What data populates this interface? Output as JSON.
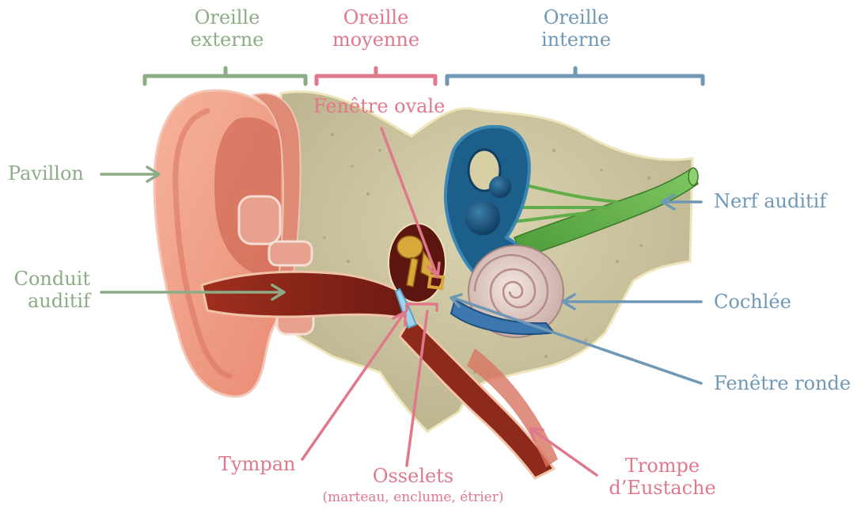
{
  "sections": {
    "outer": {
      "line1": "Oreille",
      "line2": "externe"
    },
    "middle": {
      "line1": "Oreille",
      "line2": "moyenne"
    },
    "inner": {
      "line1": "Oreille",
      "line2": "interne"
    }
  },
  "labels": {
    "pavillon": "Pavillon",
    "conduit_line1": "Conduit",
    "conduit_line2": "auditif",
    "fenetre_ovale": "Fenêtre ovale",
    "nerf_auditif": "Nerf auditif",
    "cochlee": "Cochlée",
    "fenetre_ronde": "Fenêtre ronde",
    "tympan": "Tympan",
    "osselets": "Osselets",
    "osselets_detail": "(marteau, enclume, étrier)",
    "trompe_line1": "Trompe",
    "trompe_line2": "d’Eustache"
  },
  "colors": {
    "outer_ear": "#8cac86",
    "middle_ear": "#e0788c",
    "inner_ear": "#6e98b6"
  }
}
